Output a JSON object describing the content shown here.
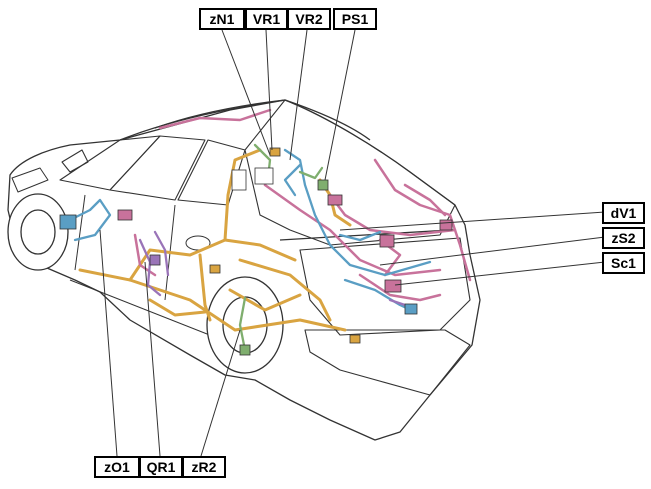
{
  "callouts": {
    "zN1": "zN1",
    "VR1": "VR1",
    "VR2": "VR2",
    "PS1": "PS1",
    "dV1": "dV1",
    "zS2": "zS2",
    "Sc1": "Sc1",
    "zO1": "zO1",
    "QR1": "QR1",
    "zR2": "zR2"
  },
  "colors": {
    "outline": "#333333",
    "harness_orange": "#d9a441",
    "harness_pink": "#c8729b",
    "harness_blue": "#5a9ec4",
    "harness_green": "#7fae6e",
    "harness_purple": "#9a74b8"
  }
}
